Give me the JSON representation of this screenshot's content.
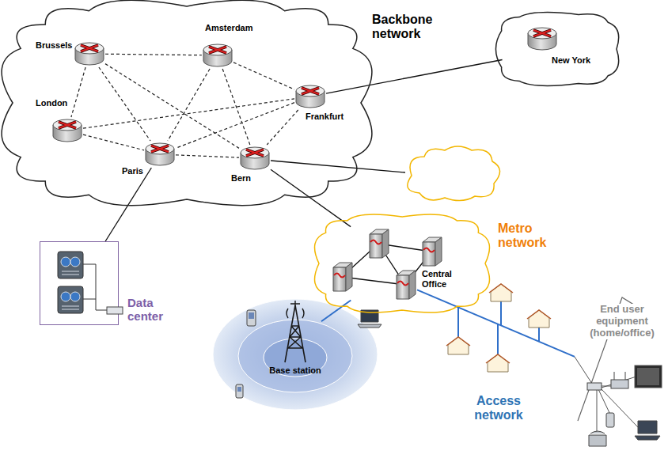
{
  "diagram": {
    "nodes": [
      {
        "text": [
          "Backbone network"
        ]
      },
      {
        "text": [
          "Brussels"
        ],
        "in": 0
      },
      {
        "text": [
          "Amsterdam"
        ],
        "in": 0
      },
      {
        "text": [
          "London"
        ],
        "in": 0
      },
      {
        "text": [
          "Frankfurt"
        ],
        "in": 0
      },
      {
        "text": [
          "Paris"
        ],
        "in": 0
      },
      {
        "text": [
          "Bern"
        ],
        "in": 0
      },
      {
        "text": [
          "New York"
        ]
      },
      {
        "text": [
          "Metro network"
        ]
      },
      {
        "text": [
          "Central Office"
        ],
        "in": 8
      },
      {
        "text": [
          "Data center"
        ]
      },
      {
        "text": [
          "Base station"
        ]
      },
      {
        "text": [
          "End user equipment (home/office)"
        ]
      }
    ],
    "edges": [
      {
        "from": 1,
        "to": 2,
        "arrow": "none"
      },
      {
        "from": 1,
        "to": 3,
        "arrow": "none"
      },
      {
        "from": 1,
        "to": 5,
        "arrow": "none"
      },
      {
        "from": 1,
        "to": 6,
        "arrow": "none"
      },
      {
        "from": 2,
        "to": 4,
        "arrow": "none"
      },
      {
        "from": 2,
        "to": 5,
        "arrow": "none"
      },
      {
        "from": 2,
        "to": 6,
        "arrow": "none"
      },
      {
        "from": 3,
        "to": 4,
        "arrow": "none"
      },
      {
        "from": 3,
        "to": 5,
        "arrow": "none"
      },
      {
        "from": 4,
        "to": 5,
        "arrow": "none"
      },
      {
        "from": 4,
        "to": 6,
        "arrow": "none"
      },
      {
        "from": 5,
        "to": 6,
        "arrow": "none"
      },
      {
        "from": 4,
        "to": 7,
        "arrow": "none"
      },
      {
        "from": 6,
        "to": 8,
        "arrow": "none"
      },
      {
        "from": 5,
        "to": 10,
        "arrow": "none"
      },
      {
        "from": 8,
        "to": 11,
        "arrow": "none"
      },
      {
        "from": 9,
        "to": 12,
        "arrow": "none"
      }
    ],
    "labels": [
      "Access network"
    ]
  }
}
